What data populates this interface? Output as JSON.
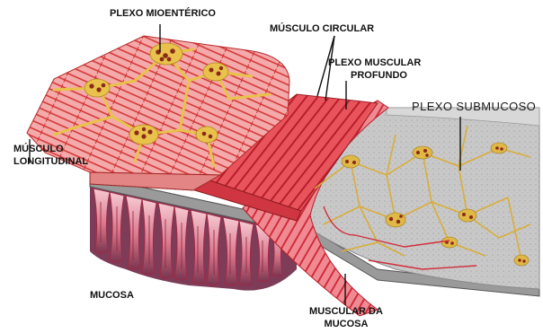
{
  "labels": {
    "plexo_mioenterico": "PLEXO MIOENTÉRICO",
    "musculo_circular": "MÚSCULO CIRCULAR",
    "plexo_muscular_profundo_1": "PLEXO MUSCULAR",
    "plexo_muscular_profundo_2": "PROFUNDO",
    "plexo_submucoso": "PLEXO SUBMUCOSO",
    "musculo_longitudinal_1": "MÚSCULO",
    "musculo_longitudinal_2": "LONGITUDINAL",
    "mucosa": "MUCOSA",
    "muscular_da_mucosa_1": "MUSCULAR DA",
    "muscular_da_mucosa_2": "MUCOSA"
  },
  "colors": {
    "longitudinal_fill": "#f2a3a3",
    "muscle_stripe": "#d42a2a",
    "circular_fill": "#e8505a",
    "plexus_yellow": "#e8c24a",
    "submucosa_gray": "#c9c9c9",
    "villi_red": "#c43a4a",
    "villi_pink": "#f0b5c0",
    "mucosa_purple": "#7a3a52"
  }
}
